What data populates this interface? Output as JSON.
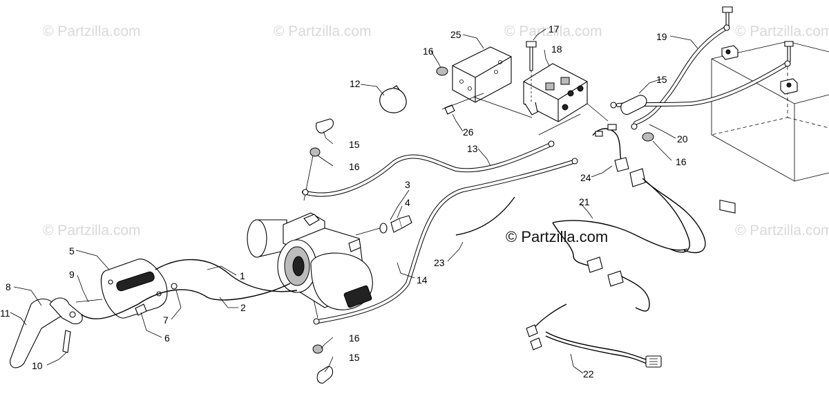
{
  "watermark": {
    "text": "© Partzilla.com",
    "main_text": "© Partzilla.com"
  },
  "callouts": [
    {
      "id": "1",
      "label": "1"
    },
    {
      "id": "2",
      "label": "2"
    },
    {
      "id": "3",
      "label": "3"
    },
    {
      "id": "4",
      "label": "4"
    },
    {
      "id": "5",
      "label": "5"
    },
    {
      "id": "6",
      "label": "6"
    },
    {
      "id": "7",
      "label": "7"
    },
    {
      "id": "8",
      "label": "8"
    },
    {
      "id": "9",
      "label": "9"
    },
    {
      "id": "10",
      "label": "10"
    },
    {
      "id": "11",
      "label": "11"
    },
    {
      "id": "12",
      "label": "12"
    },
    {
      "id": "13",
      "label": "13"
    },
    {
      "id": "14",
      "label": "14"
    },
    {
      "id": "15a",
      "label": "15"
    },
    {
      "id": "15b",
      "label": "15"
    },
    {
      "id": "15c",
      "label": "15"
    },
    {
      "id": "16a",
      "label": "16"
    },
    {
      "id": "16b",
      "label": "16"
    },
    {
      "id": "16c",
      "label": "16"
    },
    {
      "id": "16d",
      "label": "16"
    },
    {
      "id": "17",
      "label": "17"
    },
    {
      "id": "18",
      "label": "18"
    },
    {
      "id": "19",
      "label": "19"
    },
    {
      "id": "20",
      "label": "20"
    },
    {
      "id": "21",
      "label": "21"
    },
    {
      "id": "22",
      "label": "22"
    },
    {
      "id": "23",
      "label": "23"
    },
    {
      "id": "24",
      "label": "24"
    },
    {
      "id": "25",
      "label": "25"
    },
    {
      "id": "26",
      "label": "26"
    }
  ]
}
